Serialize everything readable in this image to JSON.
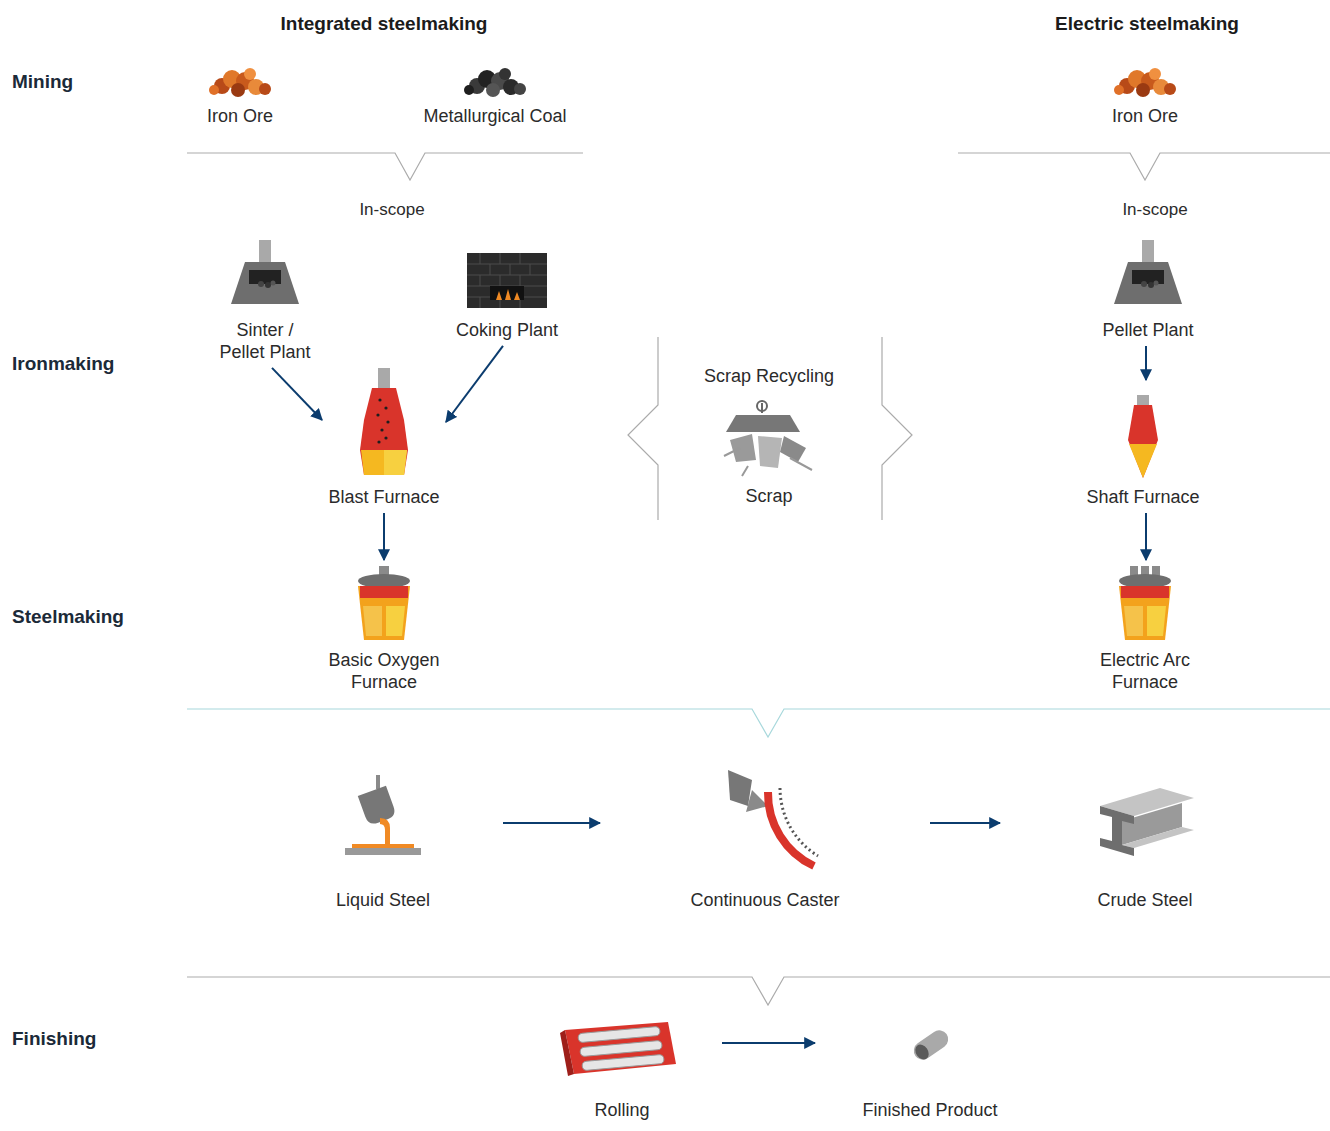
{
  "diagram": {
    "nodes": [
      {
        "text": [
          "Iron Ore"
        ]
      },
      {
        "text": [
          "Metallurgical Coal"
        ]
      },
      {
        "text": [
          "Iron Ore"
        ]
      },
      {
        "text": [
          "In-scope",
          "In-scope"
        ]
      },
      {
        "text": [
          "Sinter / Pellet Plant"
        ],
        "in": 3
      },
      {
        "text": [
          "Coking Plant"
        ],
        "in": 3
      },
      {
        "text": [
          "Pellet Plant"
        ],
        "in": 3
      },
      {
        "text": [
          "Blast Furnace"
        ],
        "in": 3
      },
      {
        "text": [
          "Shaft Furnace"
        ],
        "in": 3
      },
      {
        "text": [
          "Basic Oxygen Furnace"
        ],
        "in": 3
      },
      {
        "text": [
          "Electric Arc Furnace"
        ],
        "in": 3
      },
      {
        "text": [
          "Liquid Steel"
        ],
        "in": 3
      },
      {
        "text": [
          "Continuous Caster"
        ],
        "in": 3
      },
      {
        "text": [
          "Crude Steel"
        ],
        "in": 3
      },
      {
        "text": [
          "Scrap Recycling",
          "Scrap"
        ]
      },
      {
        "text": [
          "Rolling"
        ]
      },
      {
        "text": [
          "Finished Product"
        ]
      }
    ],
    "edges": [
      {
        "from": 4,
        "to": 7,
        "arrow": "to"
      },
      {
        "from": 5,
        "to": 7,
        "arrow": "to"
      },
      {
        "from": 7,
        "to": 9,
        "arrow": "to"
      },
      {
        "from": 6,
        "to": 8,
        "arrow": "to"
      },
      {
        "from": 8,
        "to": 10,
        "arrow": "to"
      },
      {
        "from": 11,
        "to": 12,
        "arrow": "to"
      },
      {
        "from": 12,
        "to": 13,
        "arrow": "to"
      },
      {
        "from": 15,
        "to": 16,
        "arrow": "to"
      }
    ],
    "labels": [
      "Integrated steelmaking",
      "Electric steelmaking",
      "Mining",
      "Ironmaking",
      "Steelmaking",
      "Finishing"
    ]
  }
}
